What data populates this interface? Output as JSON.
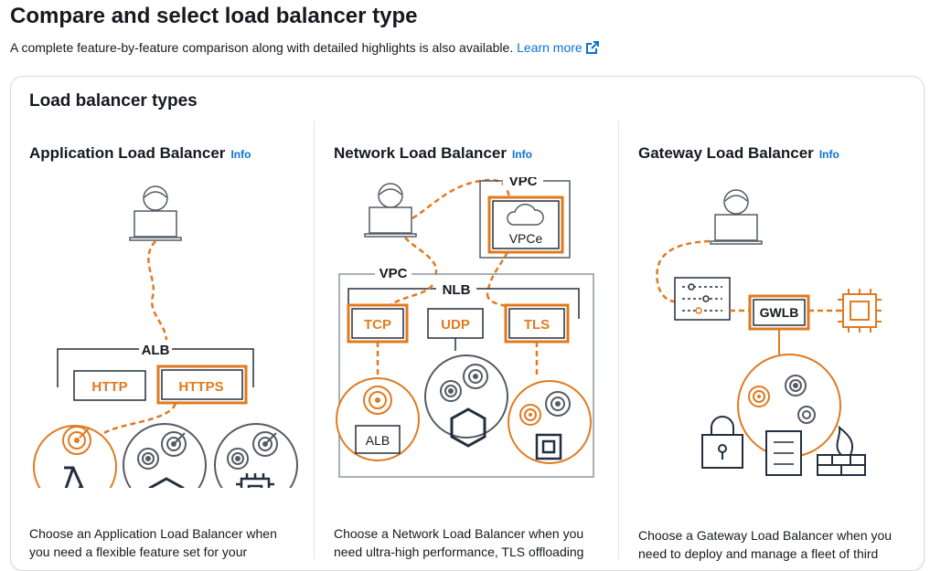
{
  "header": {
    "title": "Compare and select load balancer type",
    "description": "A complete feature-by-feature comparison along with detailed highlights is also available.",
    "learn_more": "Learn more"
  },
  "card": {
    "title": "Load balancer types"
  },
  "info_label": "Info",
  "alb": {
    "title": "Application Load Balancer",
    "group_label": "ALB",
    "protocols": [
      "HTTP",
      "HTTPS"
    ],
    "description": "Choose an Application Load Balancer when you need a flexible feature set for your"
  },
  "nlb": {
    "title": "Network Load Balancer",
    "vpc_label": "VPC",
    "vpce_label": "VPCe",
    "vpc_label_2": "VPC",
    "group_label": "NLB",
    "protocols": [
      "TCP",
      "UDP",
      "TLS"
    ],
    "target_label": "ALB",
    "description": "Choose a Network Load Balancer when you need ultra-high performance, TLS offloading"
  },
  "glb": {
    "title": "Gateway Load Balancer",
    "gateway_label": "GWLB",
    "description": "Choose a Gateway Load Balancer when you need to deploy and manage a fleet of third"
  },
  "colors": {
    "accent": "#e07a1f",
    "link": "#0972d3",
    "dark": "#232f3e",
    "gray": "#545b64"
  },
  "icons": [
    "user-laptop-icon",
    "lambda-icon",
    "container-icon",
    "chip-icon",
    "cloud-icon",
    "target-icon",
    "lock-icon",
    "checklist-icon",
    "firewall-icon",
    "filter-icon",
    "external-link-icon"
  ]
}
